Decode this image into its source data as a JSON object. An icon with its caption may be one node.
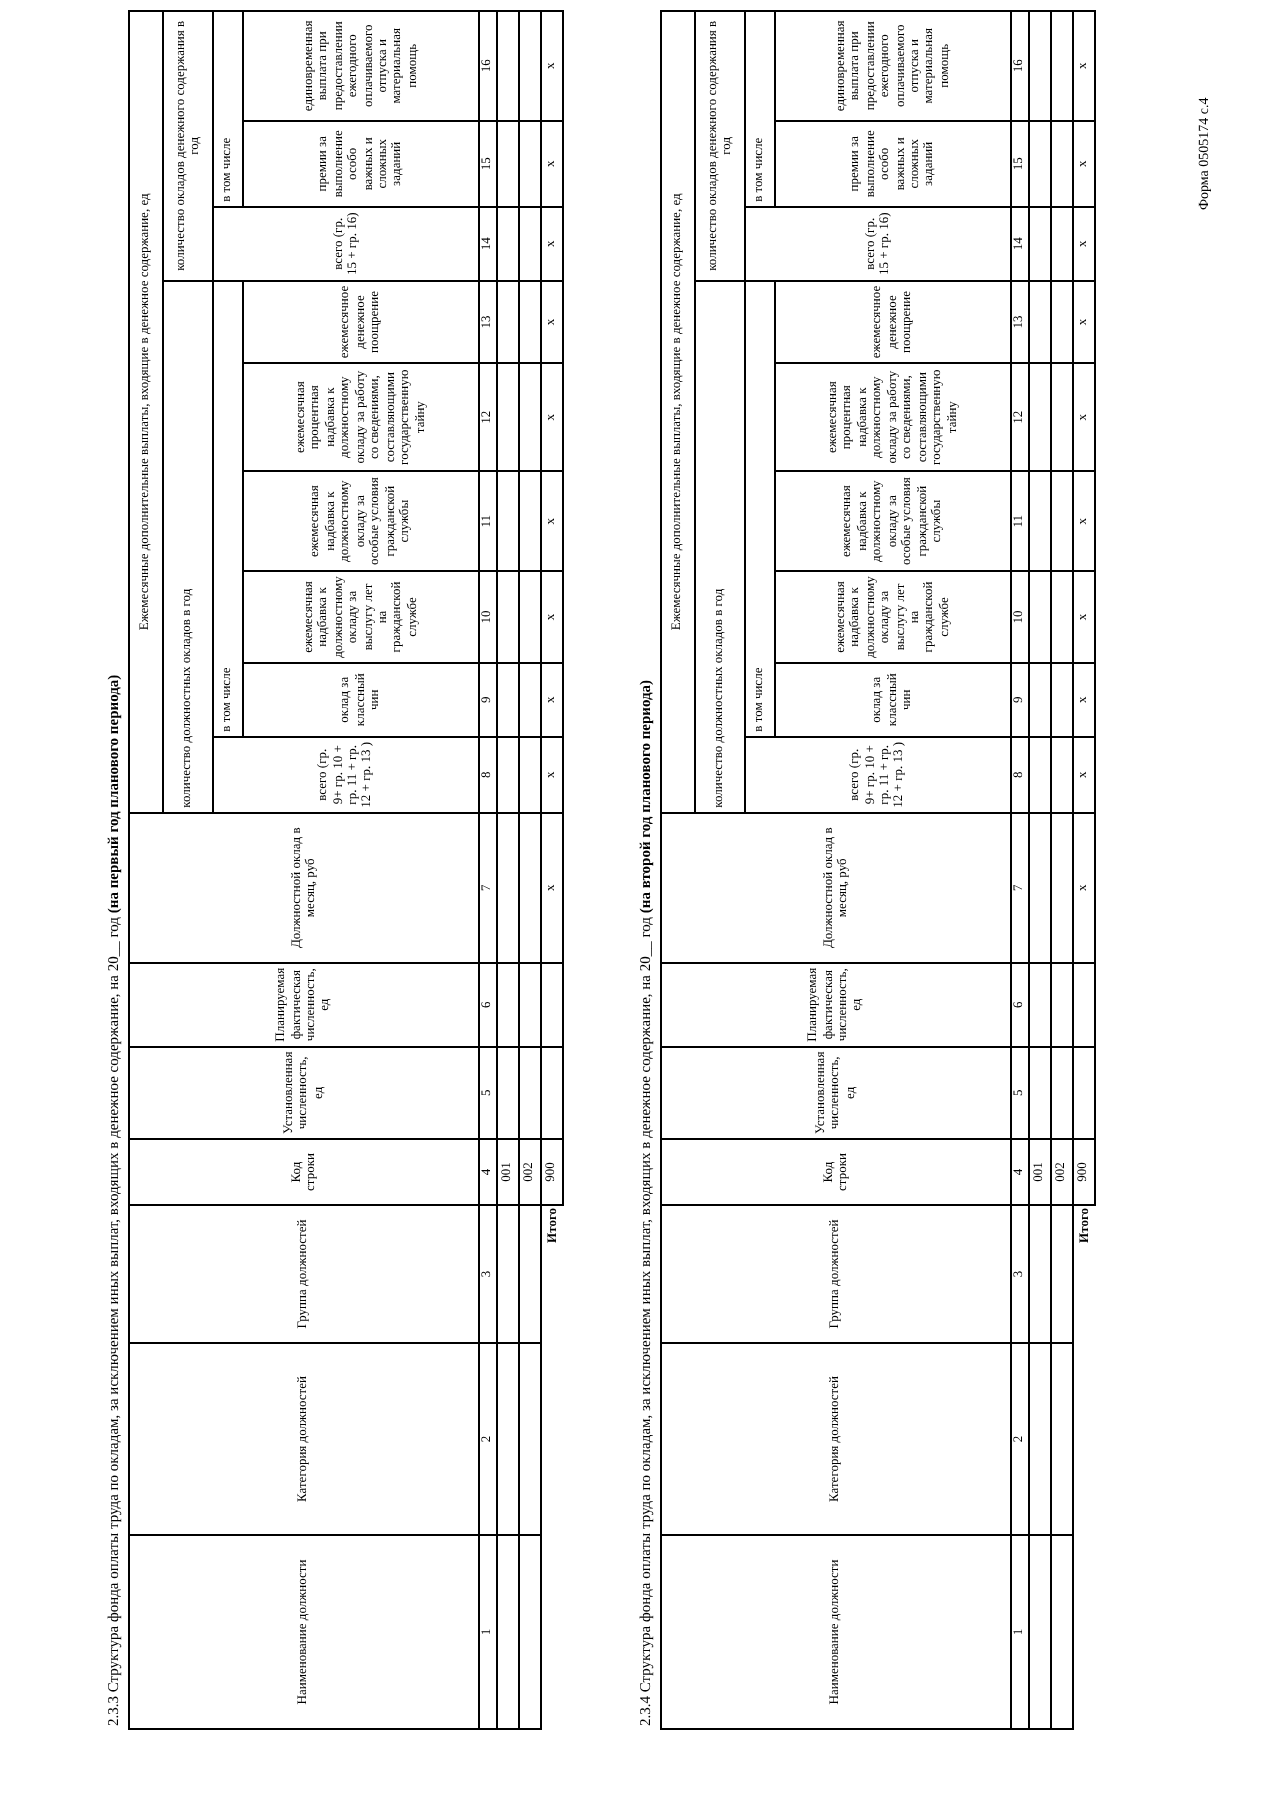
{
  "diagram": {
    "labels": [
      "Форма 0505174 с.4",
      "2.3.3 Структура фонда оплаты труда по окладам, за исключением иных выплат, входящих в денежное содержание, на 20__ год **(на первый год планового периода)**",
      "Наименование должности",
      "Категория должностей",
      "Группа должностей",
      "Код строки",
      "Установленная численность, ед",
      "Планируемая фактическая численность, ед",
      "Должностной оклад в месяц, руб",
      "Ежемесячные дополнительные выплаты, входящие в денежное содержание, ед",
      "количество должностных окладов в год",
      "всего (гр. 9+ гр. 10 + гр. 11 + гр. 12 + гр. 13 )",
      "в том числе",
      "оклад за классный чин",
      "ежемесячная надбавка к должностному окладу за выслугу лет на гражданской службе",
      "ежемесячная надбавка к должностному окладу за особые условия гражданской службы",
      "ежемесячная процентная надбавка к должностному окладу за работу со сведениями, составляющими государственную тайну",
      "ежемесячное денежное поощрение",
      "количество окладов денежного содержания в год",
      "всего (гр. 15 + гр. 16)",
      "в том числе",
      "премии за выполнение особо важных и сложных заданий",
      "единовременная выплата при предоставлении ежегодного оплачиваемого отпуска и материальная помощь",
      "1",
      "2",
      "3",
      "4",
      "5",
      "6",
      "7",
      "8",
      "9",
      "10",
      "11",
      "12",
      "13",
      "14",
      "15",
      "16",
      "001",
      "002",
      "Итого",
      "900",
      "x",
      "x",
      "x",
      "x",
      "x",
      "x",
      "x",
      "x",
      "x",
      "x",
      "2.3.4 Структура фонда оплаты труда по окладам, за исключением иных выплат, входящих в денежное содержание, на 20__ год **(на второй год планового периода)**",
      "Наименование должности",
      "Категория должностей",
      "Группа должностей",
      "Код строки",
      "Установленная численность, ед",
      "Планируемая фактическая численность, ед",
      "Должностной оклад в месяц, руб",
      "Ежемесячные дополнительные выплаты, входящие в денежное содержание, ед",
      "количество должностных окладов в год",
      "всего (гр. 9+ гр. 10 + гр. 11 + гр. 12 + гр. 13 )",
      "в том числе",
      "оклад за классный чин",
      "ежемесячная надбавка к должностному окладу за выслугу лет на гражданской службе",
      "ежемесячная надбавка к должностному окладу за особые условия гражданской службы",
      "ежемесячная процентная надбавка к должностному окладу за работу со сведениями, составляющими государственную тайну",
      "ежемесячное денежное поощрение",
      "количество окладов денежного содержания в год",
      "всего (гр. 15 + гр. 16)",
      "в том числе",
      "премии за выполнение особо важных и сложных заданий",
      "единовременная выплата при предоставлении ежегодного оплачиваемого отпуска и материальная помощь",
      "1",
      "2",
      "3",
      "4",
      "5",
      "6",
      "7",
      "8",
      "9",
      "10",
      "11",
      "12",
      "13",
      "14",
      "15",
      "16",
      "001",
      "002",
      "Итого",
      "900",
      "x",
      "x",
      "x",
      "x",
      "x",
      "x",
      "x",
      "x",
      "x",
      "x"
    ]
  }
}
